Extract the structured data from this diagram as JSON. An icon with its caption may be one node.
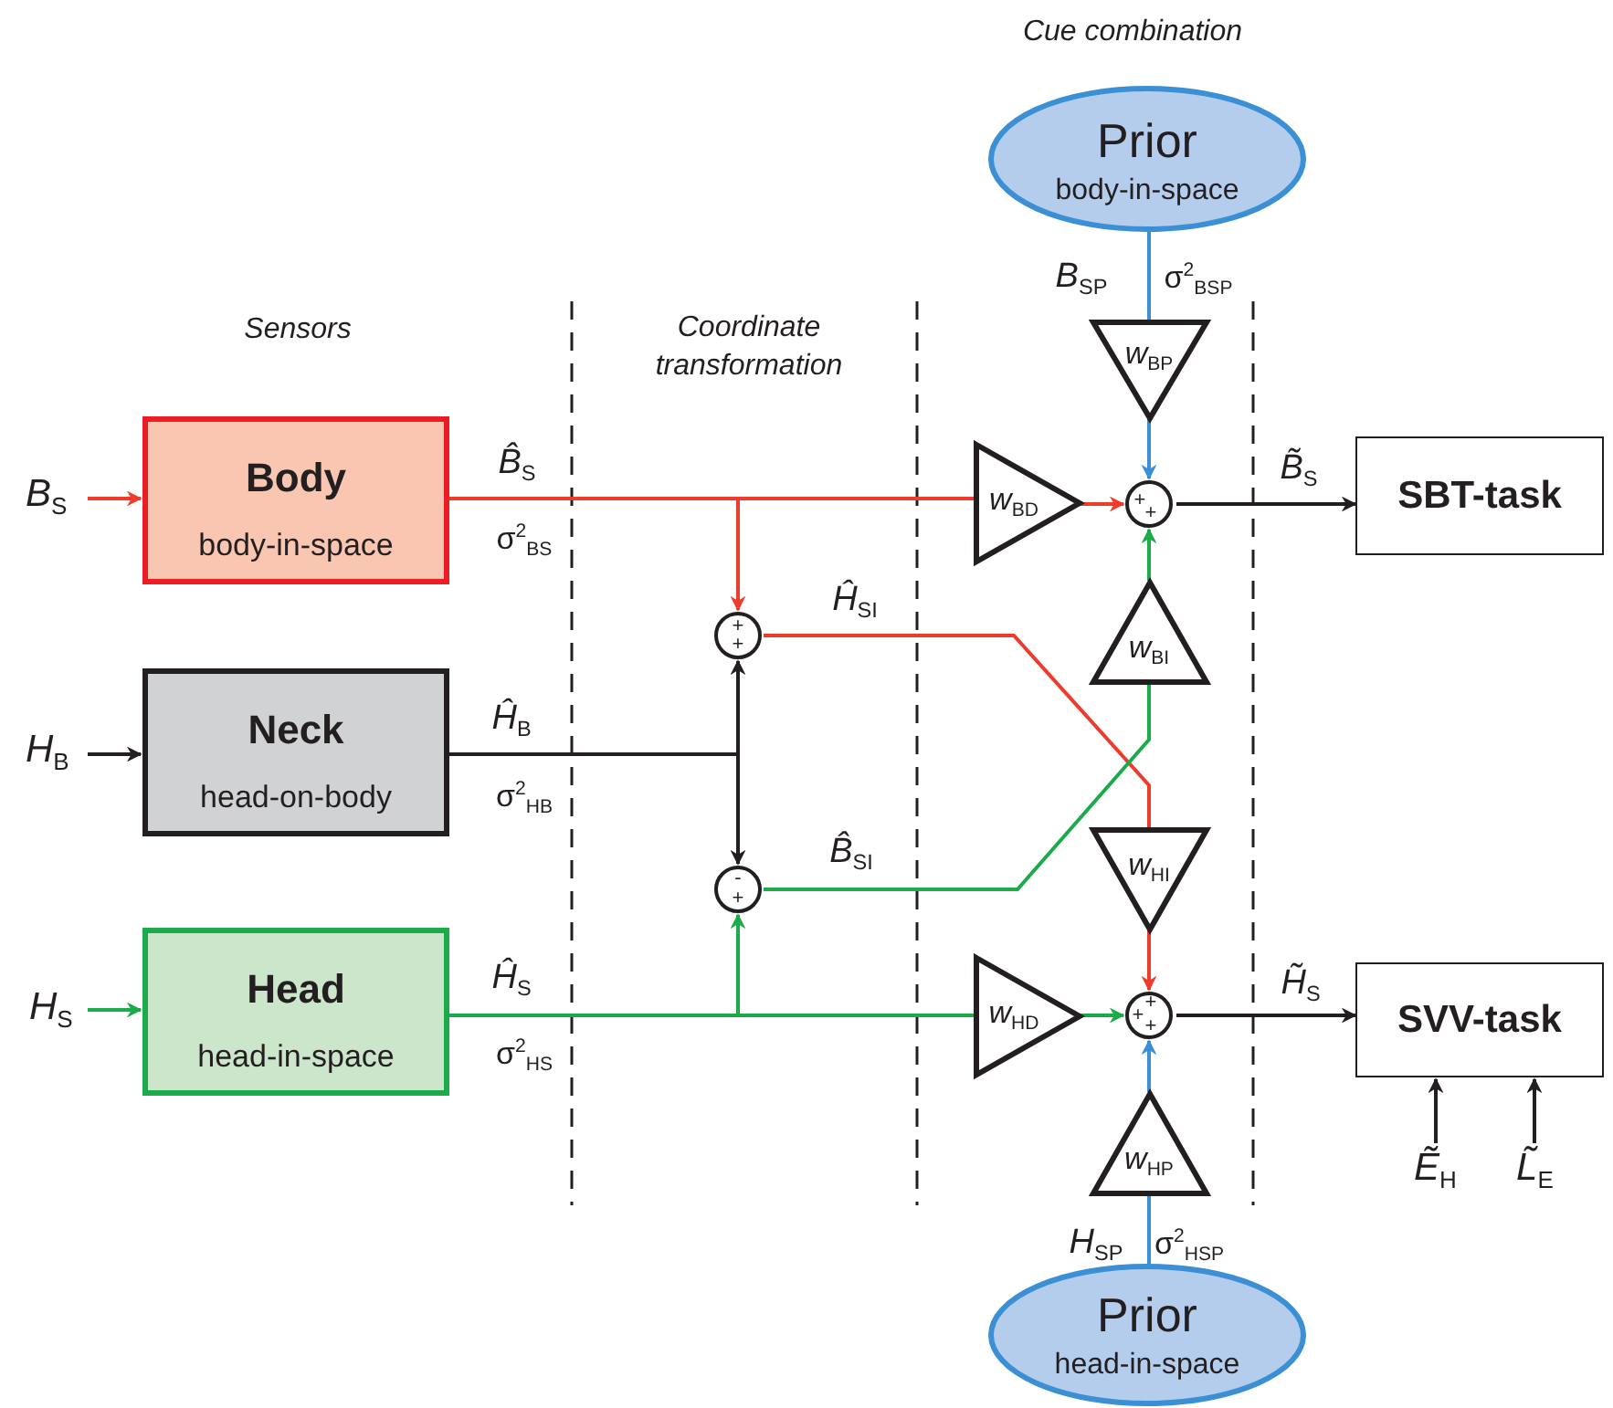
{
  "diagram": {
    "nodes": [
      {
        "text": [
          "Prior",
          "body-in-space"
        ]
      },
      {
        "text": [
          "Body",
          "body-in-space"
        ]
      },
      {
        "text": [
          "Neck",
          "head-on-body"
        ]
      },
      {
        "text": [
          "Head",
          "head-in-space"
        ]
      },
      {
        "text": [
          "SBT-task"
        ]
      },
      {
        "text": [
          "SVV-task"
        ]
      },
      {
        "text": [
          "+",
          "+"
        ]
      },
      {
        "text": [
          "-",
          "+"
        ]
      },
      {
        "text": [
          "*w*$_{BP}$"
        ]
      },
      {
        "text": [
          "*w*$_{BD}$"
        ]
      },
      {
        "text": [
          "+",
          "+"
        ]
      },
      {
        "text": [
          "*w*$_{BI}$"
        ]
      },
      {
        "text": [
          "*w*$_{HI}$"
        ]
      },
      {
        "text": [
          "*w*$_{HD}$"
        ]
      },
      {
        "text": [
          "+",
          "+",
          "+"
        ]
      },
      {
        "text": [
          "*w*$_{HP}$"
        ]
      },
      {
        "text": [
          "Prior",
          "head-in-space"
        ]
      },
      {
        "text": [
          "*B*$_{S}$"
        ]
      },
      {
        "text": [
          "*H*$_{B}$"
        ]
      },
      {
        "text": [
          "*H*$_{S}$"
        ]
      },
      {
        "text": [
          "*Ẽ*$_{H}$"
        ]
      },
      {
        "text": [
          "*L̃*$_{E}$"
        ]
      }
    ],
    "edges": [
      {
        "from": 17,
        "to": 1,
        "arrow": "to",
        "color": "#ee3b2b"
      },
      {
        "from": 18,
        "to": 2,
        "arrow": "to"
      },
      {
        "from": 19,
        "to": 3,
        "arrow": "to",
        "color": "#1bab4b"
      },
      {
        "from": 1,
        "to": 9,
        "arrow": "none",
        "color": "#ee3b2b"
      },
      {
        "from": 1,
        "to": 6,
        "arrow": "to",
        "color": "#ee3b2b"
      },
      {
        "from": 2,
        "to": 6,
        "arrow": "to"
      },
      {
        "from": 2,
        "to": 7,
        "arrow": "to"
      },
      {
        "from": 3,
        "to": 13,
        "arrow": "none",
        "color": "#1bab4b"
      },
      {
        "from": 3,
        "to": 7,
        "arrow": "to",
        "color": "#1bab4b"
      },
      {
        "from": 6,
        "to": 12,
        "arrow": "none",
        "color": "#ee3b2b"
      },
      {
        "from": 7,
        "to": 11,
        "arrow": "none",
        "color": "#1bab4b"
      },
      {
        "from": 0,
        "to": 8,
        "arrow": "none",
        "color": "#3b8fd4"
      },
      {
        "from": 8,
        "to": 10,
        "arrow": "to",
        "color": "#3b8fd4"
      },
      {
        "from": 9,
        "to": 10,
        "arrow": "to",
        "color": "#ee3b2b"
      },
      {
        "from": 11,
        "to": 10,
        "arrow": "to",
        "color": "#1bab4b"
      },
      {
        "from": 10,
        "to": 4,
        "arrow": "to"
      },
      {
        "from": 12,
        "to": 14,
        "arrow": "to",
        "color": "#ee3b2b"
      },
      {
        "from": 13,
        "to": 14,
        "arrow": "to",
        "color": "#1bab4b"
      },
      {
        "from": 15,
        "to": 14,
        "arrow": "to",
        "color": "#3b8fd4"
      },
      {
        "from": 16,
        "to": 15,
        "arrow": "none",
        "color": "#3b8fd4"
      },
      {
        "from": 14,
        "to": 5,
        "arrow": "to"
      },
      {
        "from": 20,
        "to": 5,
        "arrow": "to"
      },
      {
        "from": 21,
        "to": 5,
        "arrow": "to"
      }
    ],
    "labels": [
      "Cue combination",
      "*B*$_{SP}$",
      "σ$^{2}$$_{BSP}$",
      "Sensors",
      "Coordinate transformation",
      "*B̂*$_{S}$",
      "σ$^{2}$$_{BS}$",
      "*B̃*$_{S}$",
      "*Ĥ*$_{SI}$",
      "*Ĥ*$_{B}$",
      "σ$^{2}$$_{HB}$",
      "*B̂*$_{SI}$",
      "*Ĥ*$_{S}$",
      "σ$^{2}$$_{HS}$",
      "*H̃*$_{S}$",
      "*H*$_{SP}$",
      "σ$^{2}$$_{HSP}$"
    ]
  }
}
